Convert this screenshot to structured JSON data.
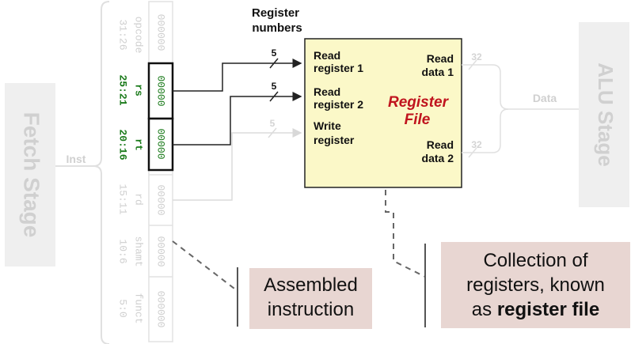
{
  "fetch_stage": {
    "label": "Fetch Stage"
  },
  "alu_stage": {
    "label": "ALU Stage"
  },
  "inst_label": "Inst",
  "data_label": "Data",
  "register_numbers_label": [
    "Register",
    "numbers"
  ],
  "register_file": {
    "title": [
      "Register",
      "File"
    ],
    "inputs": [
      {
        "label": [
          "Read",
          "register 1"
        ],
        "bits": "5"
      },
      {
        "label": [
          "Read",
          "register 2"
        ],
        "bits": "5"
      },
      {
        "label": [
          "Write",
          "register"
        ],
        "bits": "5"
      }
    ],
    "outputs": [
      {
        "label": [
          "Read",
          "data 1"
        ],
        "bits": "32"
      },
      {
        "label": [
          "Read",
          "data 2"
        ],
        "bits": "32"
      }
    ]
  },
  "instruction_fields": [
    {
      "name": "opcode",
      "bits": "31:26",
      "value": "000000",
      "highlighted": false
    },
    {
      "name": "rs",
      "bits": "25:21",
      "value": "00000",
      "highlighted": true
    },
    {
      "name": "rt",
      "bits": "20:16",
      "value": "00000",
      "highlighted": true
    },
    {
      "name": "rd",
      "bits": "15:11",
      "value": "00000",
      "highlighted": false
    },
    {
      "name": "shamt",
      "bits": "10:6",
      "value": "00000",
      "highlighted": false
    },
    {
      "name": "funct",
      "bits": "5:0",
      "value": "000000",
      "highlighted": false
    }
  ],
  "callouts": {
    "assembled_instruction": [
      "Assembled",
      "instruction"
    ],
    "register_file_note": [
      "Collection of",
      "registers, known",
      "as ",
      "register file"
    ]
  },
  "colors": {
    "highlight_text": "#1a7a1a",
    "faded": "#d4d4d4",
    "register_file_fill": "#fbf8c8",
    "register_file_title": "#c0141e",
    "callout_fill": "#e8d6d2"
  }
}
